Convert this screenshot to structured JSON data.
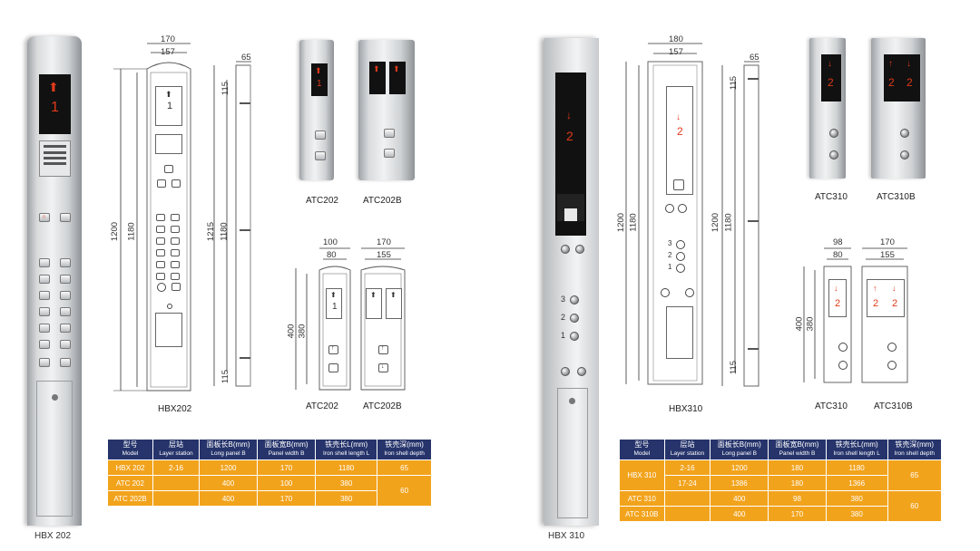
{
  "left": {
    "photo_label": "HBX 202",
    "front_label": "HBX202",
    "dims": {
      "outer_width": "170",
      "inner_width": "157",
      "depth": "65",
      "height_1200": "1200",
      "height_1180": "1180",
      "height_1215": "1215",
      "side_1180": "1180",
      "top_115": "115",
      "bottom_115": "115"
    },
    "atc_photo_labels": [
      "ATC202",
      "ATC202B"
    ],
    "atc_drawing_labels": [
      "ATC202",
      "ATC202B"
    ],
    "atc_dims": {
      "w1_outer": "100",
      "w1_inner": "80",
      "w2_outer": "170",
      "w2_inner": "155",
      "h_outer": "400",
      "h_inner": "380"
    },
    "display_text": "1",
    "table": {
      "headers": [
        {
          "zh": "型号",
          "en": "Model"
        },
        {
          "zh": "层站",
          "en": "Layer station"
        },
        {
          "zh": "面板长B(mm)",
          "en": "Long panel B"
        },
        {
          "zh": "面板宽B(mm)",
          "en": "Panel width B"
        },
        {
          "zh": "铁壳长L(mm)",
          "en": "Iron shell length L"
        },
        {
          "zh": "铁壳深(mm)",
          "en": "Iron shell depth"
        }
      ],
      "rows": [
        [
          "HBX 202",
          "2-16",
          "1200",
          "170",
          "1180"
        ],
        [
          "ATC 202",
          "",
          "400",
          "100",
          "380"
        ],
        [
          "ATC 202B",
          "",
          "400",
          "170",
          "380"
        ]
      ],
      "depth_values": [
        "65",
        "60"
      ]
    }
  },
  "right": {
    "photo_label": "HBX 310",
    "front_label": "HBX310",
    "dims": {
      "outer_width": "180",
      "inner_width": "157",
      "depth": "65",
      "height_1200": "1200",
      "height_1180": "1180",
      "side_1200": "1200",
      "side_1180": "1180",
      "top_115": "115",
      "bottom_115": "115"
    },
    "atc_photo_labels": [
      "ATC310",
      "ATC310B"
    ],
    "atc_drawing_labels": [
      "ATC310",
      "ATC310B"
    ],
    "atc_dims": {
      "w1_outer": "98",
      "w1_inner": "80",
      "w2_outer": "170",
      "w2_inner": "155",
      "h_outer": "400",
      "h_inner": "380"
    },
    "display_text": "2",
    "floor_buttons": [
      "3",
      "2",
      "1"
    ],
    "table": {
      "headers": [
        {
          "zh": "型号",
          "en": "Model"
        },
        {
          "zh": "层站",
          "en": "Layer station"
        },
        {
          "zh": "面板长B(mm)",
          "en": "Long panel B"
        },
        {
          "zh": "面板宽B(mm)",
          "en": "Panel width B"
        },
        {
          "zh": "铁壳长L(mm)",
          "en": "Iron shell length L"
        },
        {
          "zh": "铁壳深(mm)",
          "en": "Iron shell depth"
        }
      ],
      "rows": [
        [
          "HBX 310",
          "2-16",
          "1200",
          "180",
          "1180"
        ],
        [
          "",
          "17-24",
          "1386",
          "180",
          "1366"
        ],
        [
          "ATC 310",
          "",
          "400",
          "98",
          "380"
        ],
        [
          "ATC 310B",
          "",
          "400",
          "170",
          "380"
        ]
      ],
      "depth_values": [
        "65",
        "60"
      ]
    }
  },
  "colors": {
    "table_header": "#26346b",
    "table_body": "#f2a31c",
    "display_red": "#e03a1a"
  },
  "icons": [
    "up-arrow-icon",
    "down-arrow-icon",
    "bell-icon",
    "door-open-icon",
    "door-close-icon",
    "phone-icon"
  ]
}
